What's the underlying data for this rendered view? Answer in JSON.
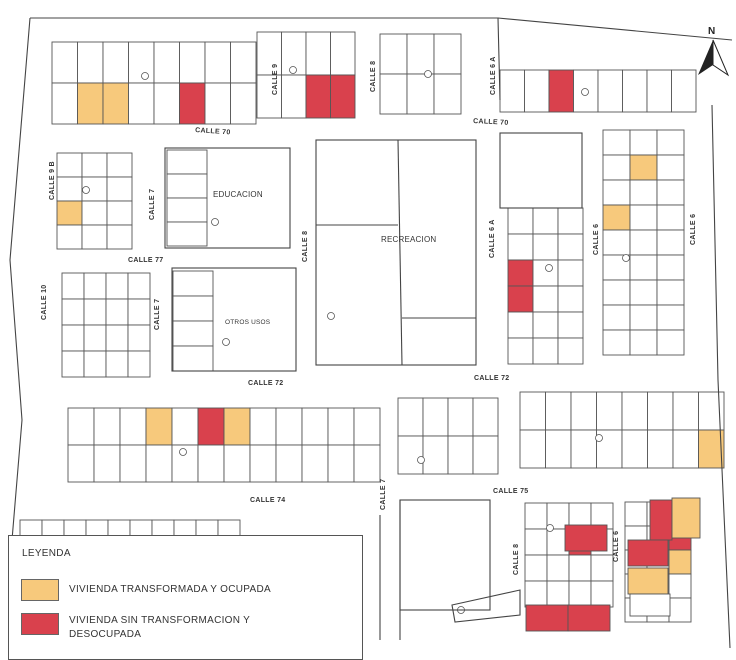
{
  "colors": {
    "transformed_occupied": "#f7c97c",
    "untransformed_unoccupied": "#d9414d",
    "lot_stroke": "#555555",
    "background": "#ffffff"
  },
  "north": {
    "label": "N"
  },
  "streets": {
    "calle_70": "CALLE 70",
    "calle_72": "CALLE 72",
    "calle_74": "CALLE 74",
    "calle_75": "CALLE 75",
    "calle_77": "CALLE 77",
    "calle_6": "CALLE 6",
    "calle_6a": "CALLE 6 A",
    "calle_7": "CALLE 7",
    "calle_8": "CALLE 8",
    "calle_9": "CALLE 9",
    "calle_9b": "CALLE 9 B",
    "calle_10": "CALLE 10"
  },
  "areas": {
    "education": "EDUCACION",
    "recreation": "RECREACION",
    "open_space": "OTROS USOS"
  },
  "legend": {
    "title": "LEYENDA",
    "items": [
      {
        "label_lines": [
          "VIVIENDA TRANSFORMADA Y OCUPADA"
        ],
        "color": "#f7c97c"
      },
      {
        "label_lines": [
          "VIVIENDA SIN TRANSFORMACION Y",
          "DESOCUPADA"
        ],
        "color": "#d9414d"
      }
    ]
  }
}
